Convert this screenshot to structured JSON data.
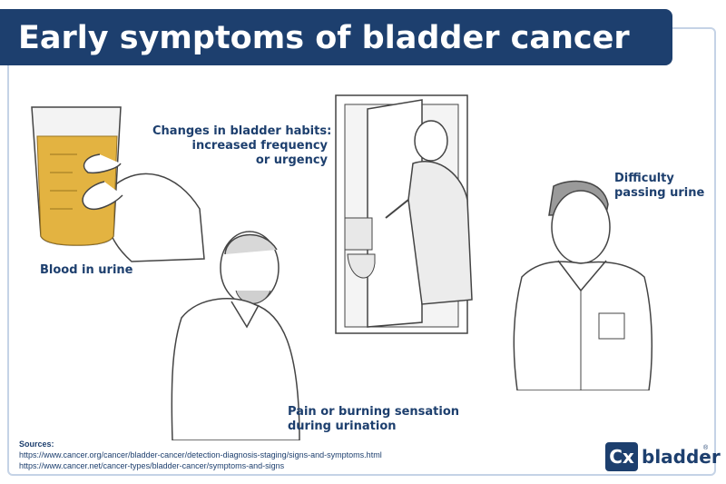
{
  "title": "Early symptoms of bladder cancer",
  "symptoms": {
    "blood": "Blood in urine",
    "habits_1": "Changes in bladder habits:",
    "habits_2": "increased frequency",
    "habits_3": "or urgency",
    "difficulty_1": "Difficulty",
    "difficulty_2": "passing urine",
    "pain_1": "Pain or burning sensation",
    "pain_2": "during urination"
  },
  "sources": {
    "heading": "Sources:",
    "url_1": "https://www.cancer.org/cancer/bladder-cancer/detection-diagnosis-staging/signs-and-symptoms.html",
    "url_2": "https://www.cancer.net/cancer-types/bladder-cancer/symptoms-and-signs"
  },
  "logo": {
    "mark": "Cx",
    "text": "bladder",
    "registered": "®"
  },
  "colors": {
    "brand": "#1d3f6e",
    "frame": "#c5d3e6",
    "urine": "#e3b341"
  }
}
